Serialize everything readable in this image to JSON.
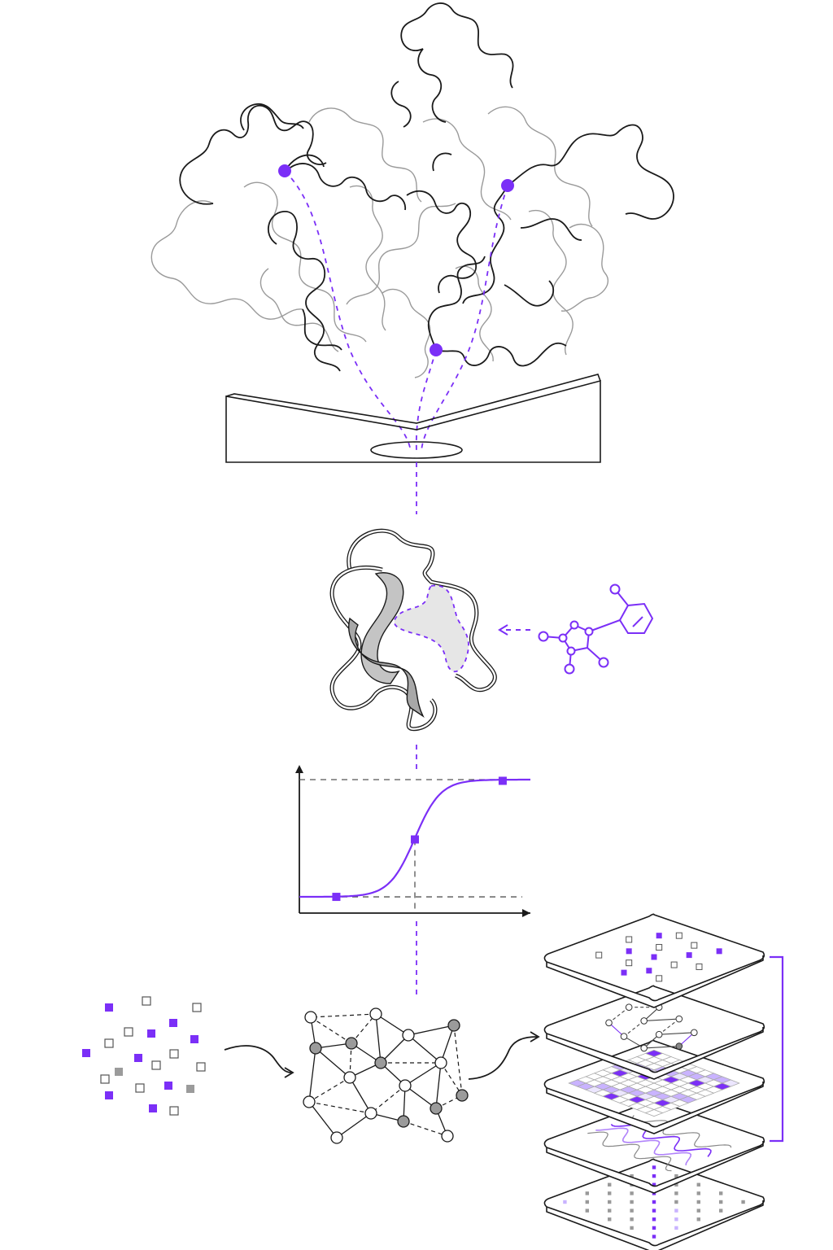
{
  "colors": {
    "accent": "#7b2ff7",
    "accent_light": "#c9b3ff",
    "ink": "#1a1a1a",
    "faint": "#9a9a9a",
    "gray_fill": "#9b9b9b",
    "pocket_fill": "#e6e6e6"
  },
  "icons": {
    "tree": "fractal-branch-structure-icon",
    "funnel": "v-shaped-funnel-tray-icon",
    "protein": "protein-ribbon-icon",
    "molecule": "ligand-molecule-icon",
    "curve": "sigmoid-curve-icon",
    "particles": "scattered-squares-icon",
    "graph": "node-network-icon",
    "layers": "stacked-layers-icon",
    "bracket": "right-bracket-icon"
  },
  "chart_data": {
    "type": "line",
    "title": "",
    "xlabel": "",
    "ylabel": "",
    "xlim": [
      0,
      10
    ],
    "ylim": [
      0,
      1
    ],
    "curve": {
      "midpoint": 5.0,
      "steepness": 1.8
    },
    "series": [
      {
        "x": [
          1.6,
          5.0,
          8.8
        ],
        "y": [
          0.02,
          0.5,
          0.99
        ]
      }
    ],
    "reference_lines": {
      "y_top": 1.0,
      "y_bottom": 0.02,
      "x_mid": 5.0
    },
    "grid": false
  }
}
